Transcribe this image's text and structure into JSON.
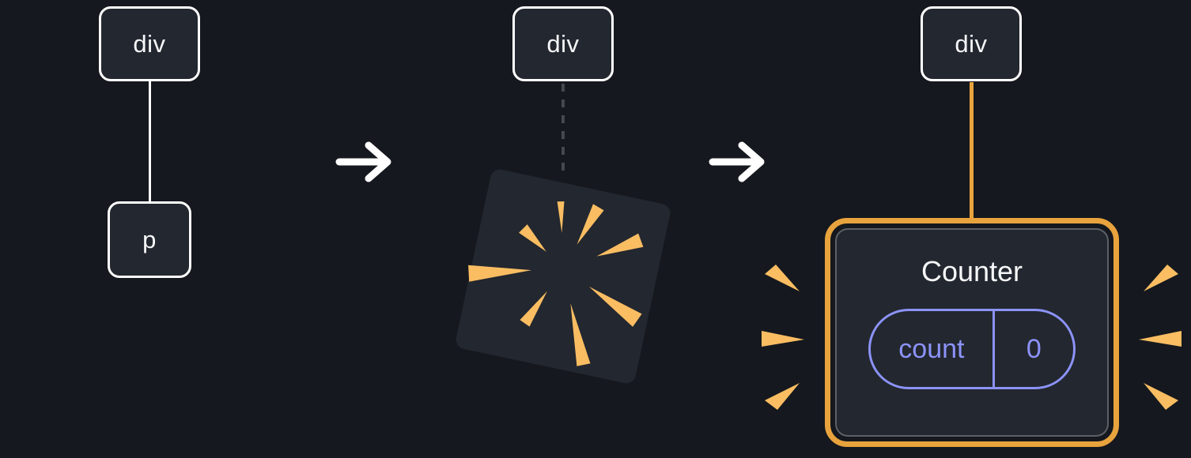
{
  "colors": {
    "background": "#15181e",
    "node_fill": "#23272f",
    "node_border": "#ffffff",
    "node_text": "#f6f7f9",
    "connector": "#ffffff",
    "dashed_connector": "#45494f",
    "orange": "#e8a33d",
    "spark_orange": "#fabd62",
    "purple": "#8b93f8"
  },
  "stages": [
    {
      "parent": "div",
      "child": "p"
    },
    {
      "parent": "div"
    },
    {
      "parent": "div",
      "component": {
        "title": "Counter",
        "state_label": "count",
        "state_value": "0"
      }
    }
  ],
  "icons": {
    "arrow": "arrow-right",
    "explosion": "explosion-burst",
    "sparkles": "sparkle-dashes"
  }
}
